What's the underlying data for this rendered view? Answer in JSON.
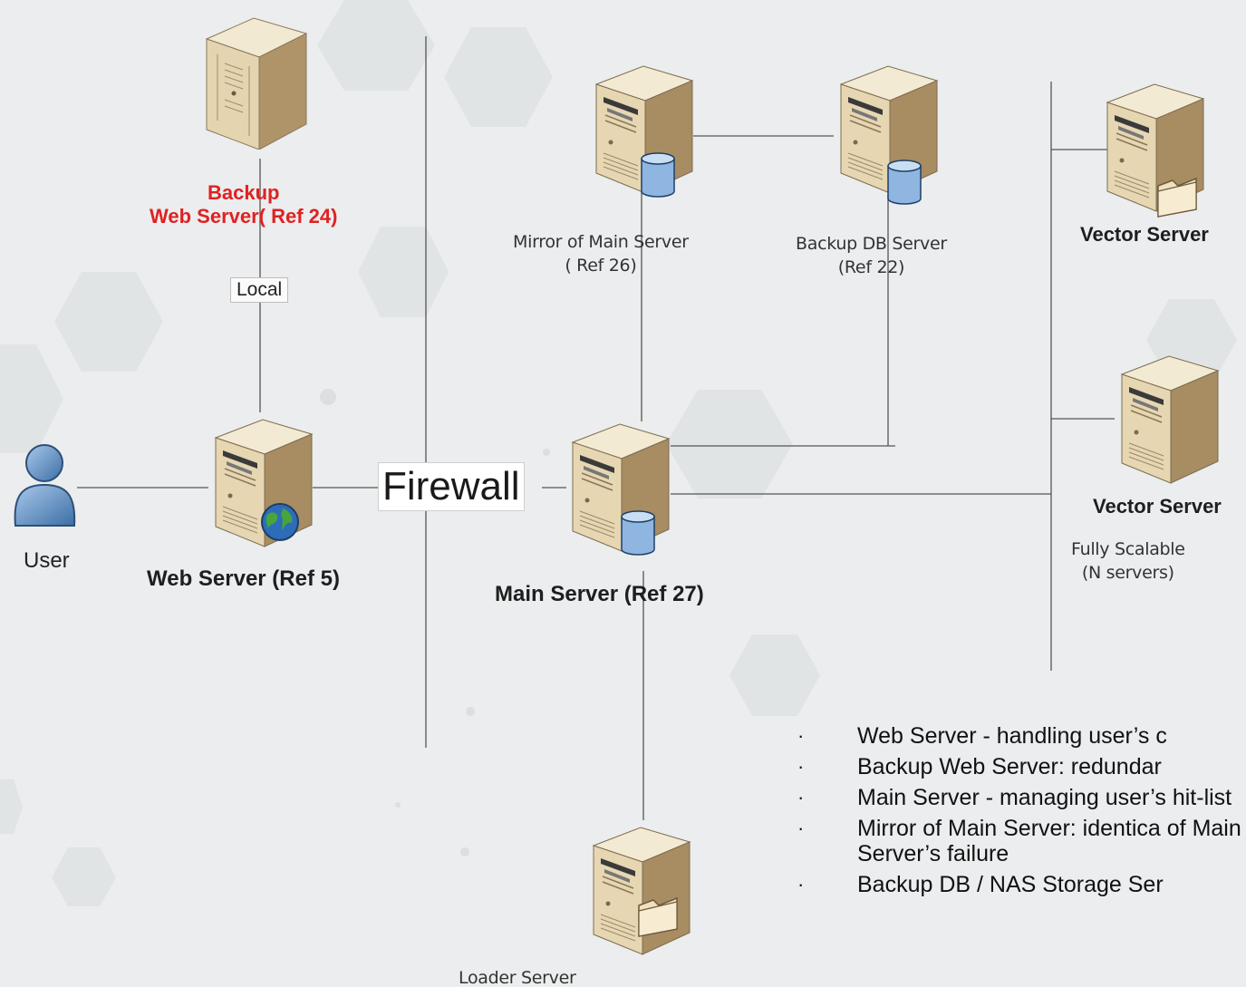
{
  "diagram": {
    "firewall_label": "Firewall",
    "nodes": {
      "backup_web": {
        "label_line1": "Backup",
        "label_line2": "Web Server( Ref 24)"
      },
      "local_tag": "Local",
      "web": {
        "label": "Web Server (Ref 5)"
      },
      "user": {
        "label": "User"
      },
      "mirror": {
        "label_line1": "Mirror of Main Server",
        "label_line2": "( Ref 26)"
      },
      "backup_db": {
        "label_line1": "Backup DB Server",
        "label_line2": "(Ref 22)"
      },
      "main": {
        "label": "Main Server (Ref 27)"
      },
      "vector1": {
        "label": "Vector Server"
      },
      "vector2": {
        "label": "Vector Server",
        "note_line1": "Fully Scalable",
        "note_line2": "(N servers)"
      },
      "loader": {
        "label": "Loader Server"
      }
    },
    "notes": [
      "Web Server - handling user’s c",
      "Backup Web Server: redundar",
      "Main Server - managing user’s hit-list",
      "Mirror of Main Server: identica of Main Server’s failure",
      "Backup DB / NAS Storage Ser"
    ],
    "bullet_glyph": "·"
  }
}
